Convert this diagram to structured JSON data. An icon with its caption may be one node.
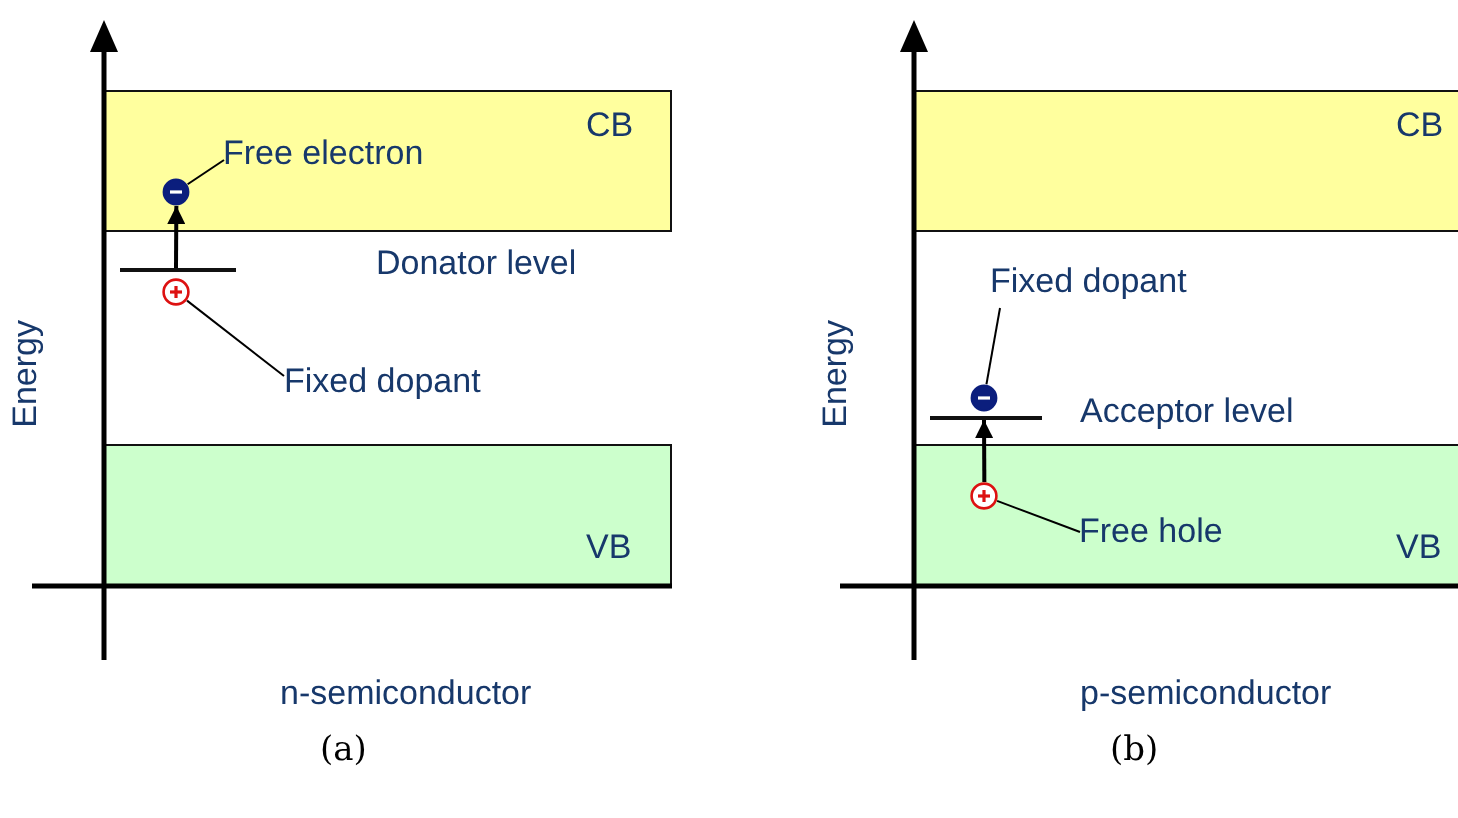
{
  "diagram": {
    "nodes": [
      {
        "text": [
          "CB"
        ]
      },
      {
        "text": [],
        "shape": "circle",
        "in": 0
      },
      {
        "text": [
          "Free electron"
        ],
        "in": 0
      },
      {
        "text": [],
        "shape": "bar"
      },
      {
        "text": [],
        "shape": "circle"
      },
      {
        "text": [
          "Fixed dopant"
        ]
      },
      {
        "text": [
          "VB"
        ]
      },
      {
        "text": [
          "CB"
        ]
      },
      {
        "text": [
          "Fixed dopant"
        ]
      },
      {
        "text": [],
        "shape": "circle"
      },
      {
        "text": [],
        "shape": "bar"
      },
      {
        "text": [
          "VB"
        ]
      },
      {
        "text": [],
        "shape": "circle",
        "in": 11
      },
      {
        "text": [
          "Free hole"
        ],
        "in": 11
      }
    ],
    "edges": [
      {
        "from": 2,
        "to": 1,
        "arrow": "none"
      },
      {
        "from": 3,
        "to": 1,
        "arrow": "to"
      },
      {
        "from": 5,
        "to": 4,
        "arrow": "none"
      },
      {
        "from": 8,
        "to": 9,
        "arrow": "none"
      },
      {
        "from": 12,
        "to": 10,
        "arrow": "to"
      },
      {
        "from": 13,
        "to": 12,
        "arrow": "none"
      }
    ],
    "labels": [
      "Energy",
      "Donator level",
      "n-semiconductor",
      "(a)",
      "Energy",
      "Acceptor level",
      "p-semiconductor",
      "(b)"
    ]
  }
}
